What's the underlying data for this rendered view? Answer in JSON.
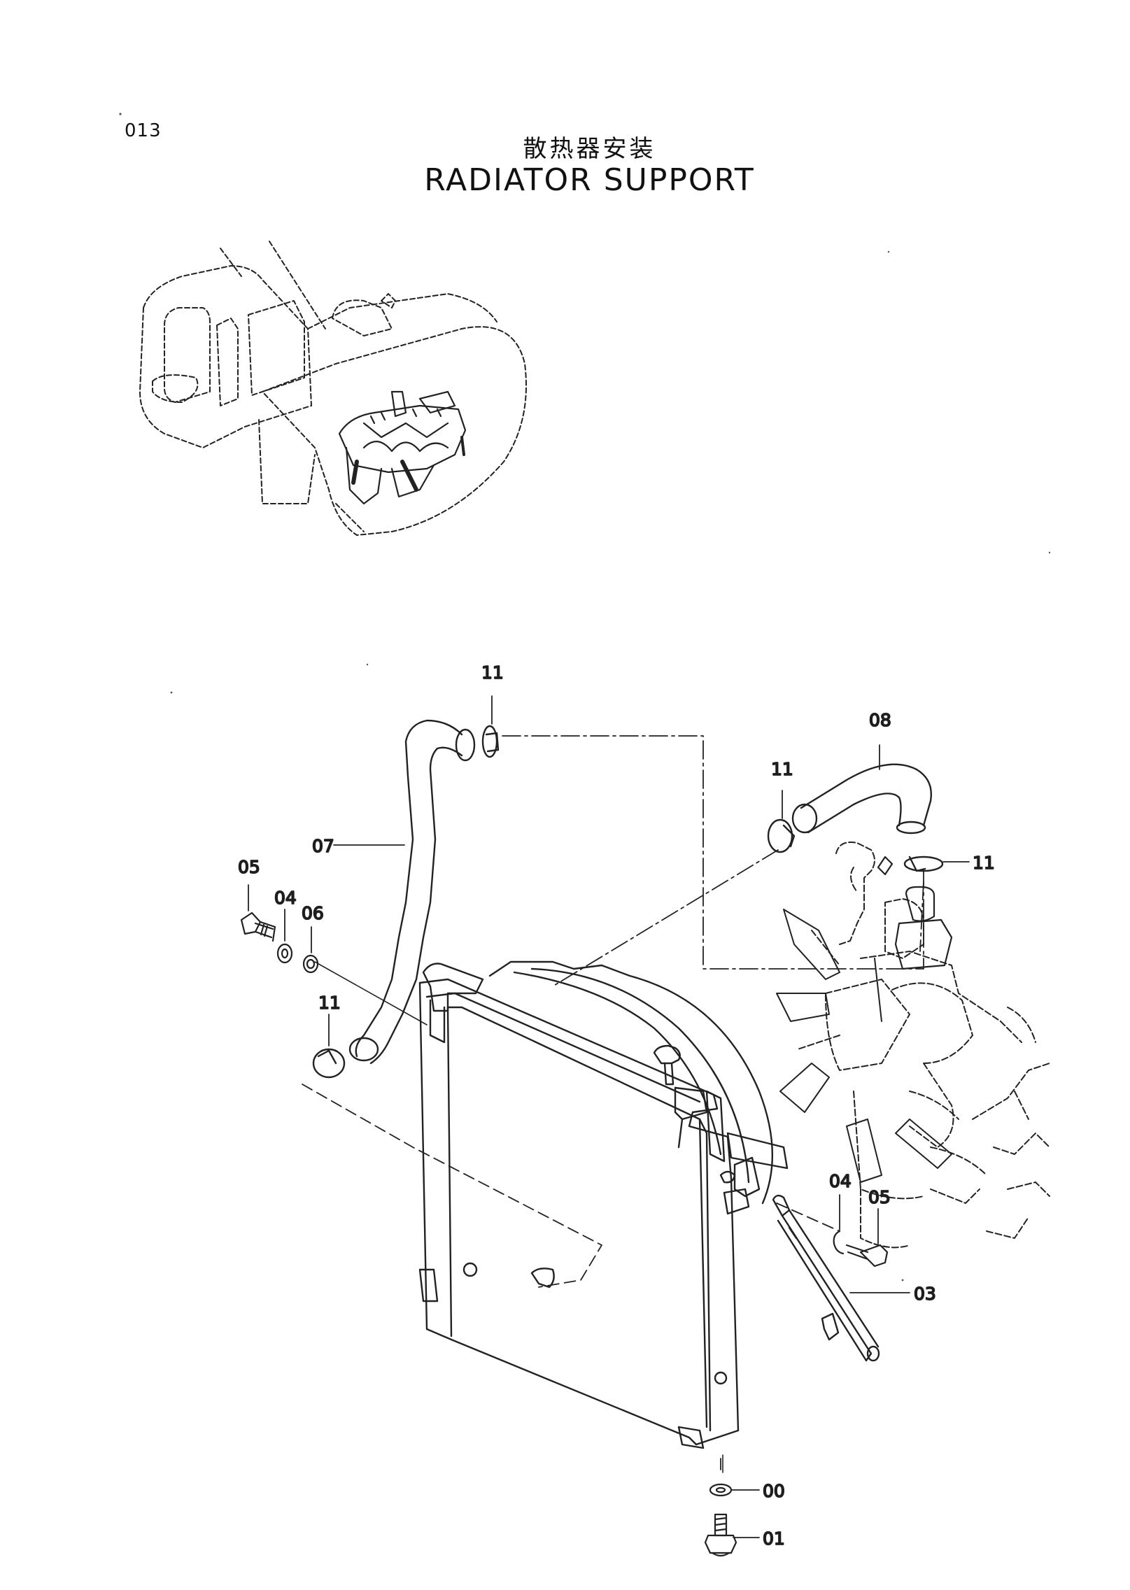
{
  "header": {
    "page_code": "013",
    "title_cn": "散热器安装",
    "title_en": "RADIATOR SUPPORT"
  },
  "callouts": [
    {
      "id": "c11a",
      "label": "11"
    },
    {
      "id": "c08",
      "label": "08"
    },
    {
      "id": "c11b",
      "label": "11"
    },
    {
      "id": "c11c",
      "label": "11"
    },
    {
      "id": "c07",
      "label": "07"
    },
    {
      "id": "c05a",
      "label": "05"
    },
    {
      "id": "c04a",
      "label": "04"
    },
    {
      "id": "c06",
      "label": "06"
    },
    {
      "id": "c11d",
      "label": "11"
    },
    {
      "id": "c04b",
      "label": "04"
    },
    {
      "id": "c05b",
      "label": "05"
    },
    {
      "id": "c03",
      "label": "03"
    },
    {
      "id": "c00",
      "label": "00"
    },
    {
      "id": "c01",
      "label": "01"
    }
  ]
}
